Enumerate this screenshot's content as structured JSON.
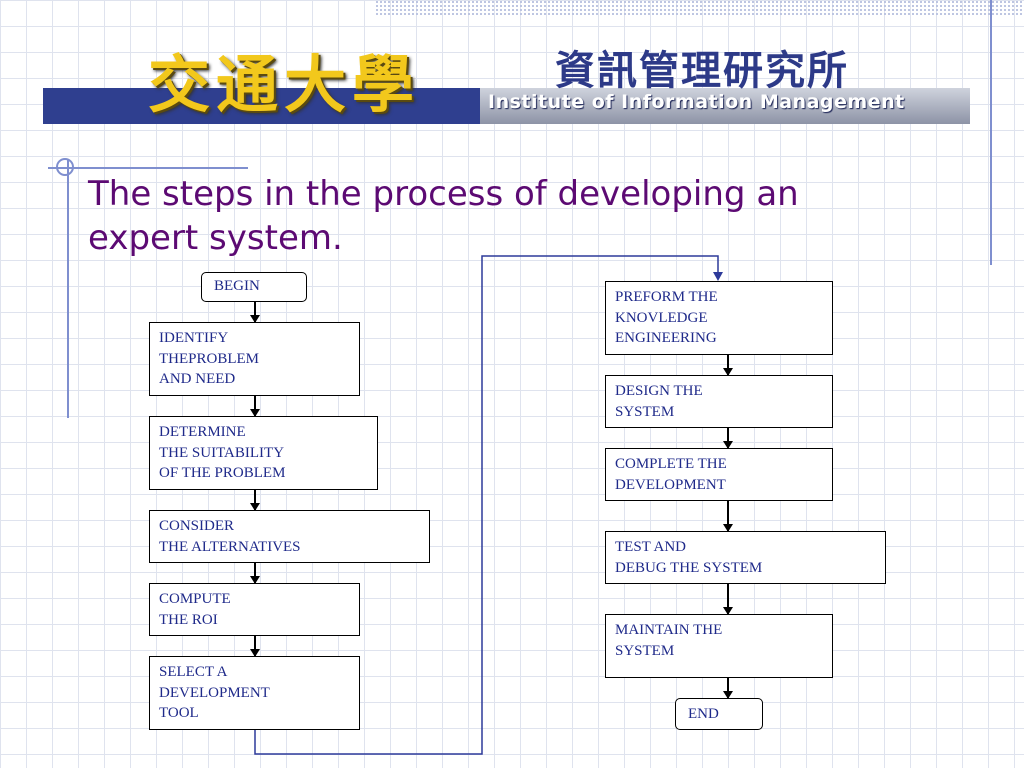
{
  "header": {
    "logo_text": "交通大學",
    "institute_chinese": "資訊管理研究所",
    "institute_english": "Institute of Information Management"
  },
  "slide": {
    "title": "The steps in the process of developing an expert system."
  },
  "flowchart": {
    "begin": "BEGIN",
    "end": "END",
    "left_steps": [
      "IDENTIFY\nTHEPROBLEM\nAND NEED",
      "DETERMINE\nTHE SUITABILITY\nOF THE PROBLEM",
      "CONSIDER\nTHE ALTERNATIVES",
      "COMPUTE\nTHE  ROI",
      "SELECT A\nDEVELOPMENT\nTOOL"
    ],
    "right_steps": [
      "PREFORM THE\nKNOVLEDGE\nENGINEERING",
      "DESIGN THE\nSYSTEM",
      "COMPLETE THE\nDEVELOPMENT",
      "TEST AND\nDEBUG THE SYSTEM",
      "MAINTAIN THE\nSYSTEM"
    ],
    "colors": {
      "box_text": "#1f2a8a",
      "connector": "#2d3a9a",
      "title": "#5c0a73"
    }
  }
}
